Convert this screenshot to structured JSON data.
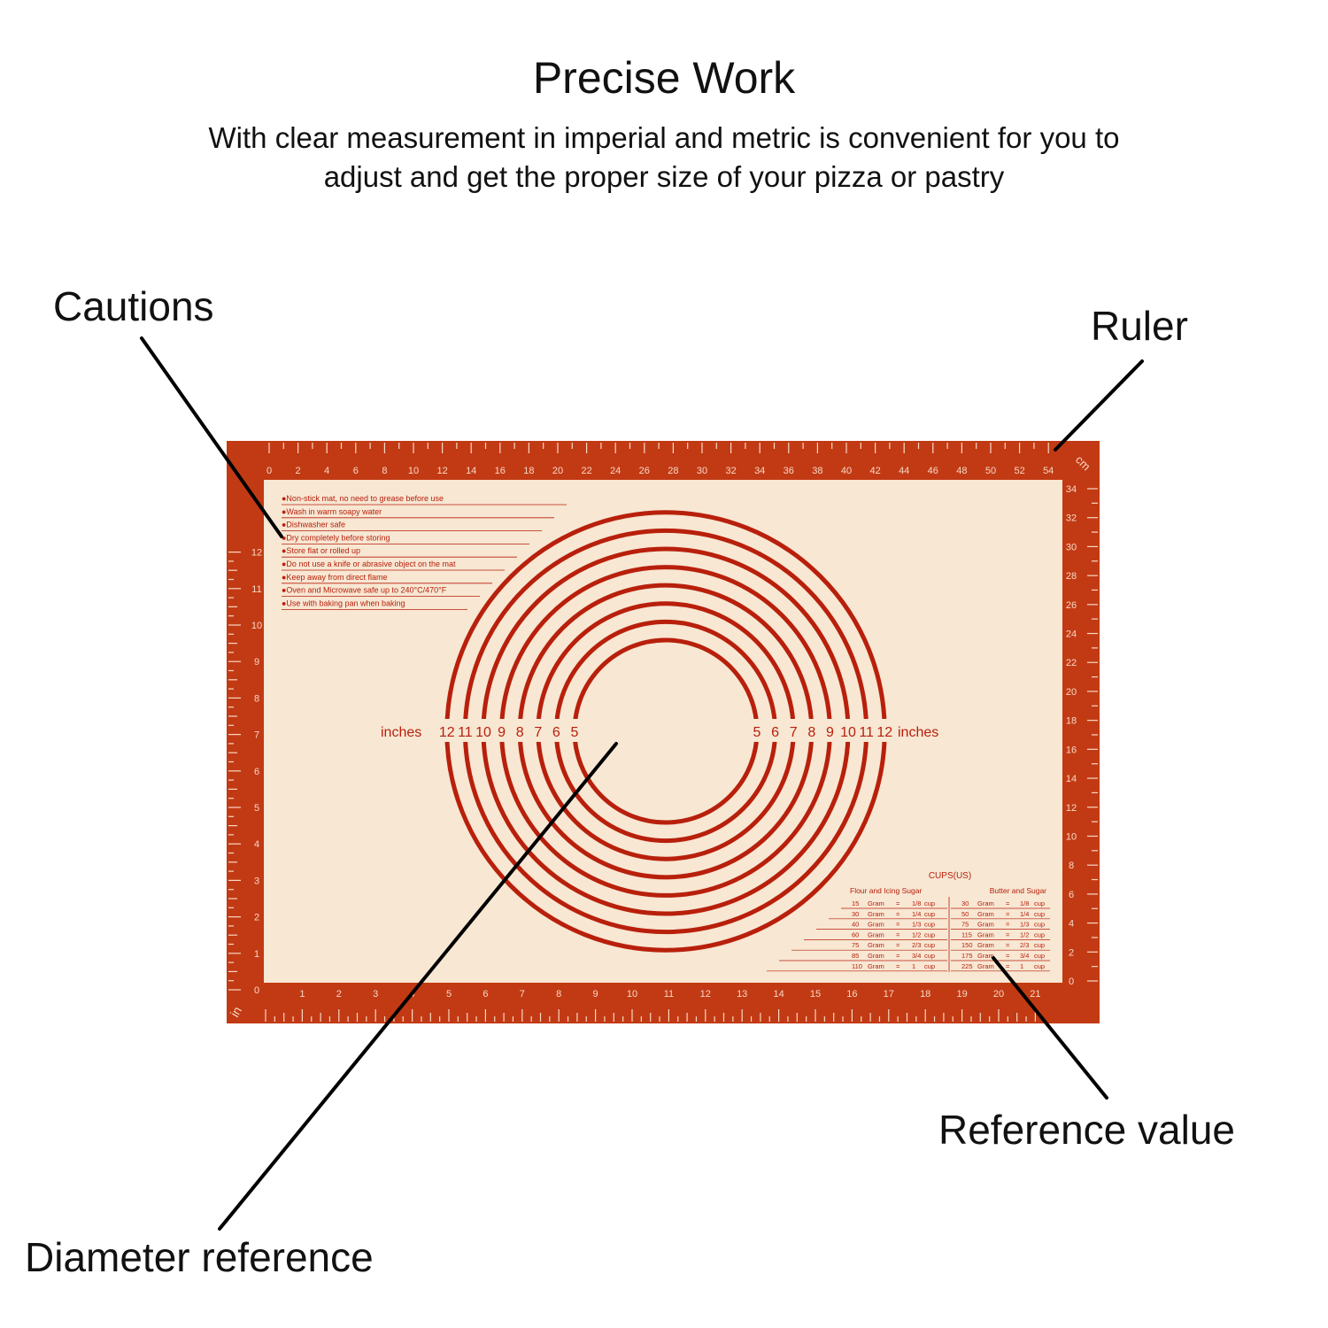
{
  "header": {
    "title": "Precise Work",
    "subtitle_line1": "With clear measurement in imperial and metric is convenient for you to",
    "subtitle_line2": "adjust and get the proper size of your pizza or pastry"
  },
  "callouts": {
    "cautions": "Cautions",
    "ruler": "Ruler",
    "reference_value": "Reference value",
    "diameter_reference": "Diameter reference"
  },
  "colors": {
    "mat_border": "#c23a14",
    "mat_inner": "#f7e7d3",
    "print_red": "#b8200c",
    "ruler_text": "#f6d8c4"
  },
  "mat": {
    "unit_cm": "cm",
    "unit_in": "in",
    "top_scale_cm": [
      "0",
      "2",
      "4",
      "6",
      "8",
      "10",
      "12",
      "14",
      "16",
      "18",
      "20",
      "22",
      "24",
      "26",
      "28",
      "30",
      "32",
      "34",
      "36",
      "38",
      "40",
      "42",
      "44",
      "46",
      "48",
      "50",
      "52",
      "54"
    ],
    "right_scale_cm": [
      "34",
      "32",
      "30",
      "28",
      "26",
      "24",
      "22",
      "20",
      "18",
      "16",
      "14",
      "12",
      "10",
      "8",
      "6",
      "4",
      "2",
      "0"
    ],
    "bottom_scale_in": [
      "1",
      "2",
      "3",
      "4",
      "5",
      "6",
      "7",
      "8",
      "9",
      "10",
      "11",
      "12",
      "13",
      "14",
      "15",
      "16",
      "17",
      "18",
      "19",
      "20",
      "21"
    ],
    "left_scale_in": [
      "12",
      "11",
      "10",
      "9",
      "8",
      "7",
      "6",
      "5",
      "4",
      "3",
      "2",
      "1",
      "0"
    ],
    "cautions": [
      "●Non-stick mat, no need to grease before use",
      "●Wash in warm soapy water",
      "●Dishwasher safe",
      "●Dry completely before storing",
      "●Store flat or rolled up",
      "●Do not use a knife or abrasive object on the mat",
      "●Keep away from direct flame",
      "●Oven and Microwave safe up to 240°C/470°F",
      "●Use with baking pan when baking"
    ],
    "diameter": {
      "unit": "inches",
      "values": [
        12,
        11,
        10,
        9,
        8,
        7,
        6,
        5
      ],
      "left_labels": [
        "12",
        "11",
        "10",
        "9",
        "8",
        "7",
        "6",
        "5"
      ],
      "right_labels": [
        "5",
        "6",
        "7",
        "8",
        "9",
        "10",
        "11",
        "12"
      ]
    },
    "cups": {
      "title": "CUPS(US)",
      "left_header": "Flour and Icing Sugar",
      "right_header": "Butter and Sugar",
      "rows": [
        {
          "l": [
            "15",
            "Gram",
            "=",
            "1/8",
            "cup"
          ],
          "r": [
            "30",
            "Gram",
            "=",
            "1/8",
            "cup"
          ]
        },
        {
          "l": [
            "30",
            "Gram",
            "=",
            "1/4",
            "cup"
          ],
          "r": [
            "50",
            "Gram",
            "=",
            "1/4",
            "cup"
          ]
        },
        {
          "l": [
            "40",
            "Gram",
            "=",
            "1/3",
            "cup"
          ],
          "r": [
            "75",
            "Gram",
            "=",
            "1/3",
            "cup"
          ]
        },
        {
          "l": [
            "60",
            "Gram",
            "=",
            "1/2",
            "cup"
          ],
          "r": [
            "115",
            "Gram",
            "=",
            "1/2",
            "cup"
          ]
        },
        {
          "l": [
            "75",
            "Gram",
            "=",
            "2/3",
            "cup"
          ],
          "r": [
            "150",
            "Gram",
            "=",
            "2/3",
            "cup"
          ]
        },
        {
          "l": [
            "85",
            "Gram",
            "=",
            "3/4",
            "cup"
          ],
          "r": [
            "175",
            "Gram",
            "=",
            "3/4",
            "cup"
          ]
        },
        {
          "l": [
            "110",
            "Gram",
            "=",
            "1",
            "cup"
          ],
          "r": [
            "225",
            "Gram",
            "=",
            "1",
            "cup"
          ]
        }
      ]
    }
  }
}
